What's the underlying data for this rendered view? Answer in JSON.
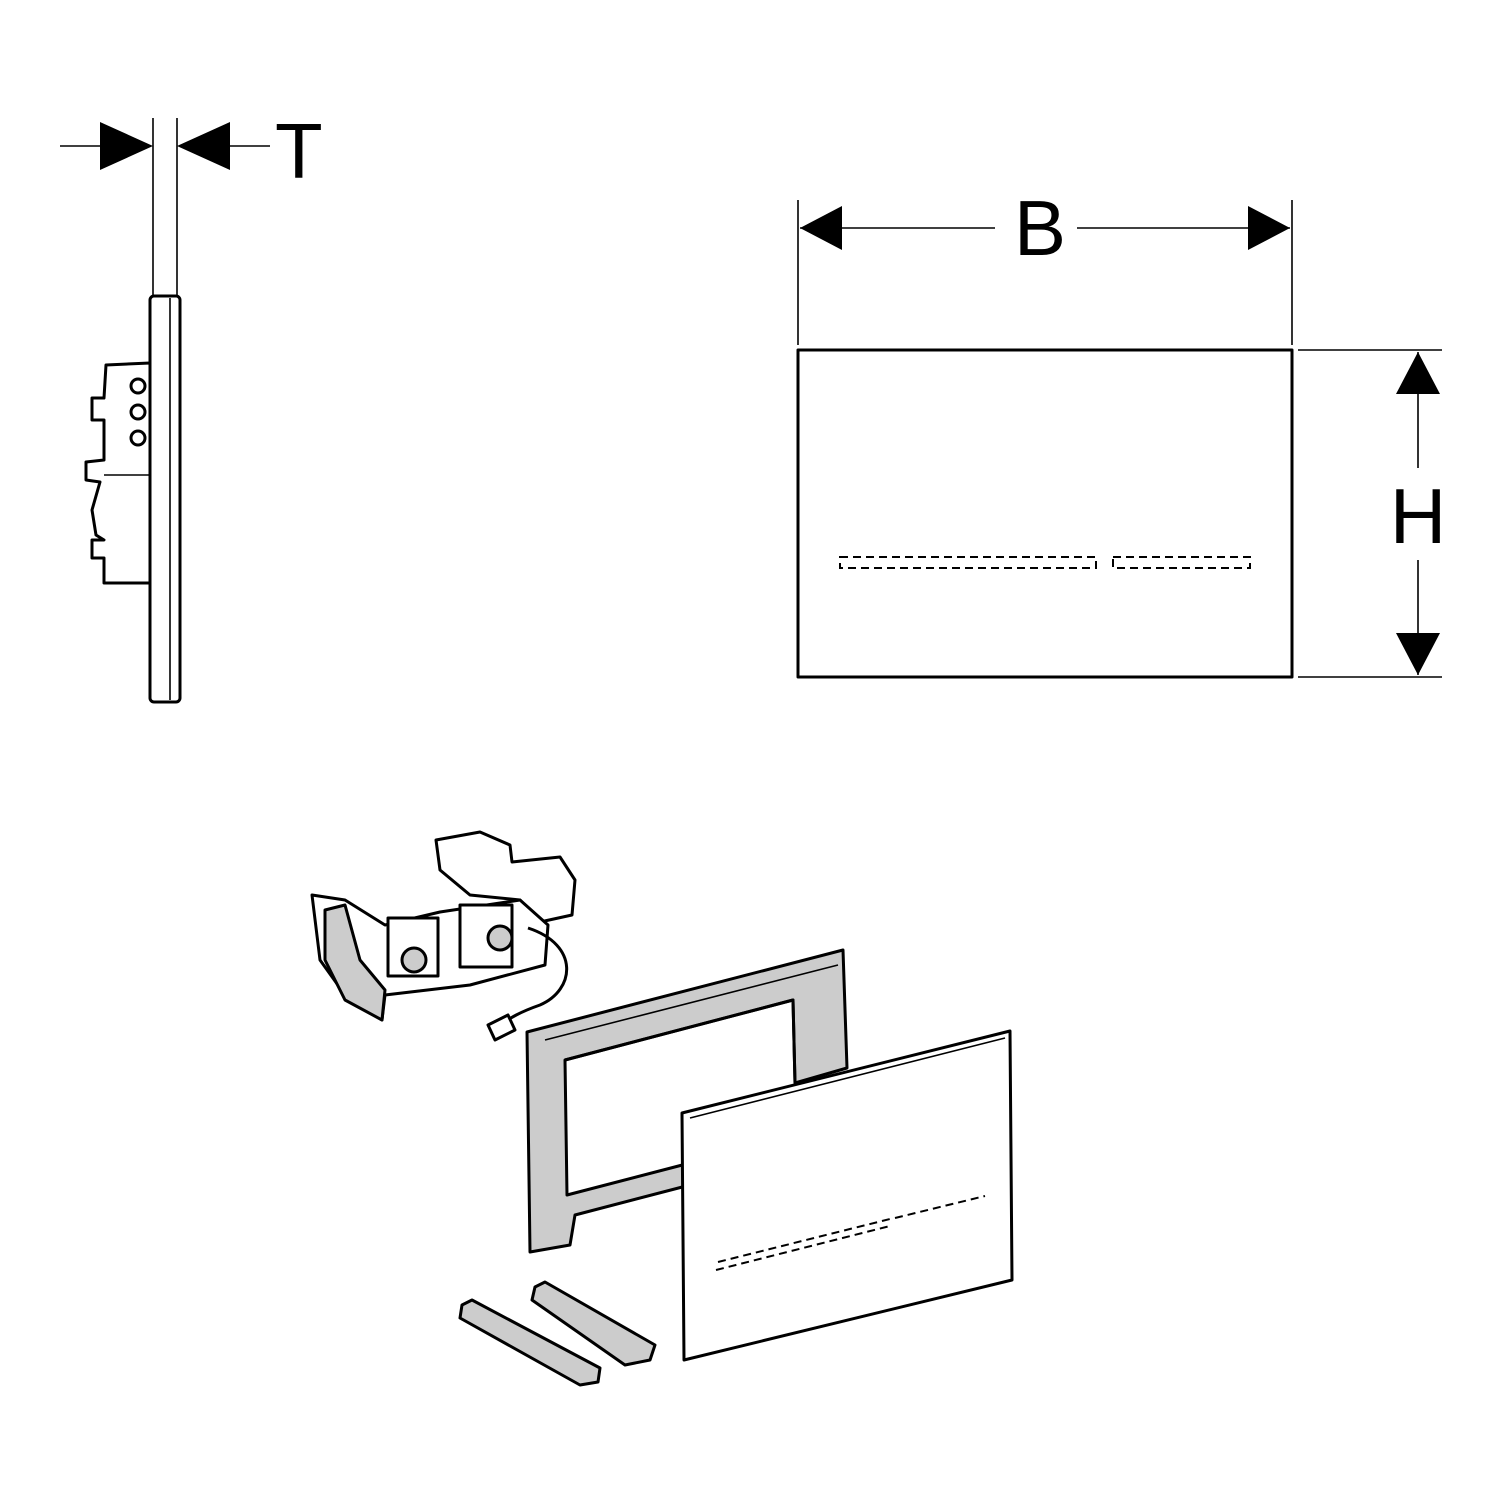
{
  "dimensions": {
    "thickness_label": "T",
    "width_label": "B",
    "height_label": "H"
  },
  "colors": {
    "line": "#000000",
    "background": "#ffffff"
  }
}
